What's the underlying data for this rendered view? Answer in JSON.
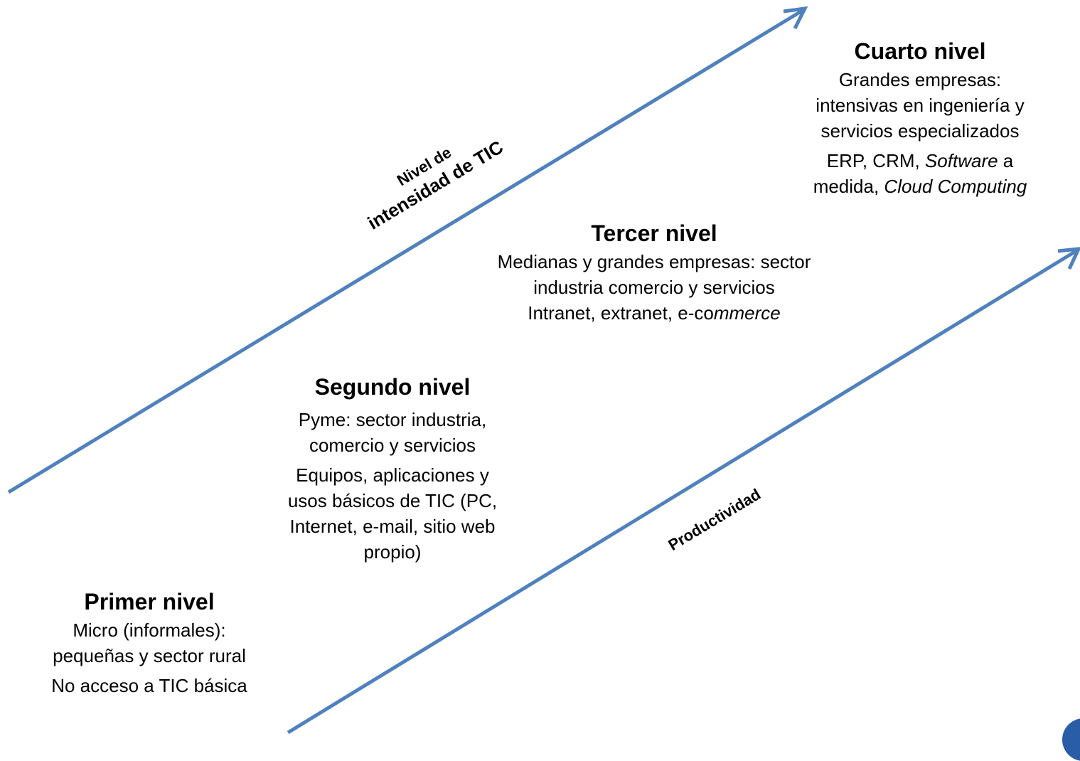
{
  "colors": {
    "arrow": "#4f81bd",
    "text": "#000000",
    "corner": "#2a5da8"
  },
  "axis_labels": {
    "intensity_line1": "Nivel de",
    "intensity_line2": "intensidad de TIC",
    "productivity": "Productividad"
  },
  "levels": {
    "primer": {
      "title": "Primer nivel",
      "desc_lines": [
        "Micro (informales):",
        "pequeñas y sector rural"
      ],
      "tech_lines": [
        "No acceso a TIC básica"
      ]
    },
    "segundo": {
      "title": "Segundo nivel",
      "desc_lines": [
        "Pyme: sector industria,",
        "comercio y servicios"
      ],
      "tech_lines": [
        "Equipos, aplicaciones y",
        "usos básicos de TIC (PC,",
        "Internet, e-mail, sitio web",
        "propio)"
      ]
    },
    "tercer": {
      "title": "Tercer nivel",
      "desc_lines": [
        "Medianas y grandes empresas: sector",
        "industria comercio y servicios"
      ],
      "tech_prefix": "Intranet, extranet, e-co",
      "tech_italic": "mmerce"
    },
    "cuarto": {
      "title": "Cuarto nivel",
      "desc_lines": [
        "Grandes empresas:",
        "intensivas en ingeniería y",
        "servicios especializados"
      ],
      "tech_line1_prefix": "ERP, CRM, ",
      "tech_line1_italic": "Software",
      "tech_line1_suffix": " a",
      "tech_line2_prefix": "medida, ",
      "tech_line2_italic": "Cloud Computing"
    }
  }
}
